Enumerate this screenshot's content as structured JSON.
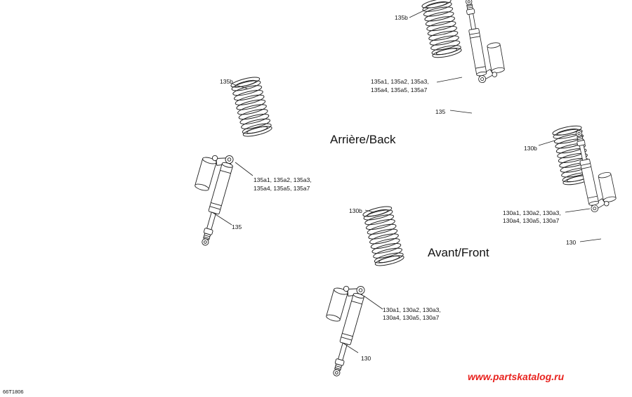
{
  "headings": {
    "rear": "Arrière/Back",
    "front": "Avant/Front"
  },
  "labels": {
    "spring_135b_top": "135b",
    "spring_135b_left": "135b",
    "shock_135a_top_l1": "135a1, 135a2, 135a3,",
    "shock_135a_top_l2": "135a4, 135a5, 135a7",
    "shock_135_top": "135",
    "shock_135a_left_l1": "135a1, 135a2, 135a3,",
    "shock_135a_left_l2": "135a4, 135a5, 135a7",
    "shock_135_left": "135",
    "spring_130b_right": "130b",
    "spring_130b_center": "130b",
    "shock_130a_right_l1": "130a1, 130a2, 130a3,",
    "shock_130a_right_l2": "130a4, 130a5, 130a7",
    "shock_130_right": "130",
    "shock_130a_bottom_l1": "130a1, 130a2, 130a3,",
    "shock_130a_bottom_l2": "130a4, 130a5, 130a7",
    "shock_130_bottom": "130"
  },
  "footer": {
    "drawing_code": "66T1806",
    "watermark": "www.partskatalog.ru"
  }
}
